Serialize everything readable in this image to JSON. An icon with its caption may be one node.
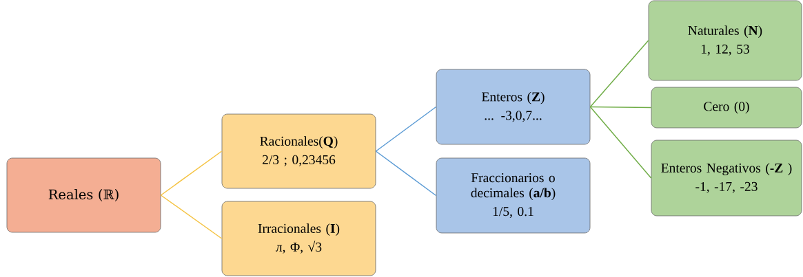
{
  "diagram": {
    "nodes": [
      {
        "text": [
          "Reales (ℝ)"
        ]
      },
      {
        "text": [
          "Racionales(**Q**)",
          "2/3 ; 0,23456"
        ]
      },
      {
        "text": [
          "Irracionales (**I**)",
          "л, Φ, √3"
        ]
      },
      {
        "text": [
          "Enteros (**Z**)",
          "... -3,0,7..."
        ]
      },
      {
        "text": [
          "Fraccionarios o decimales (**a/b**)",
          "1/5,  0.1"
        ]
      },
      {
        "text": [
          "Naturales (**N**)",
          "1, 12, 53"
        ]
      },
      {
        "text": [
          "Cero (0)"
        ]
      },
      {
        "text": [
          "Enteros Negativos (**-Z** )",
          "-1, -17, -23"
        ]
      }
    ],
    "edges": [
      {
        "from": 0,
        "to": 1,
        "arrow": "none",
        "color": "#f5c342"
      },
      {
        "from": 0,
        "to": 2,
        "arrow": "none",
        "color": "#f5c342"
      },
      {
        "from": 1,
        "to": 3,
        "arrow": "none",
        "color": "#5b9bd5"
      },
      {
        "from": 1,
        "to": 4,
        "arrow": "none",
        "color": "#5b9bd5"
      },
      {
        "from": 3,
        "to": 5,
        "arrow": "none"
      },
      {
        "from": 3,
        "to": 6,
        "arrow": "none"
      },
      {
        "from": 3,
        "to": 7,
        "arrow": "none"
      }
    ]
  }
}
